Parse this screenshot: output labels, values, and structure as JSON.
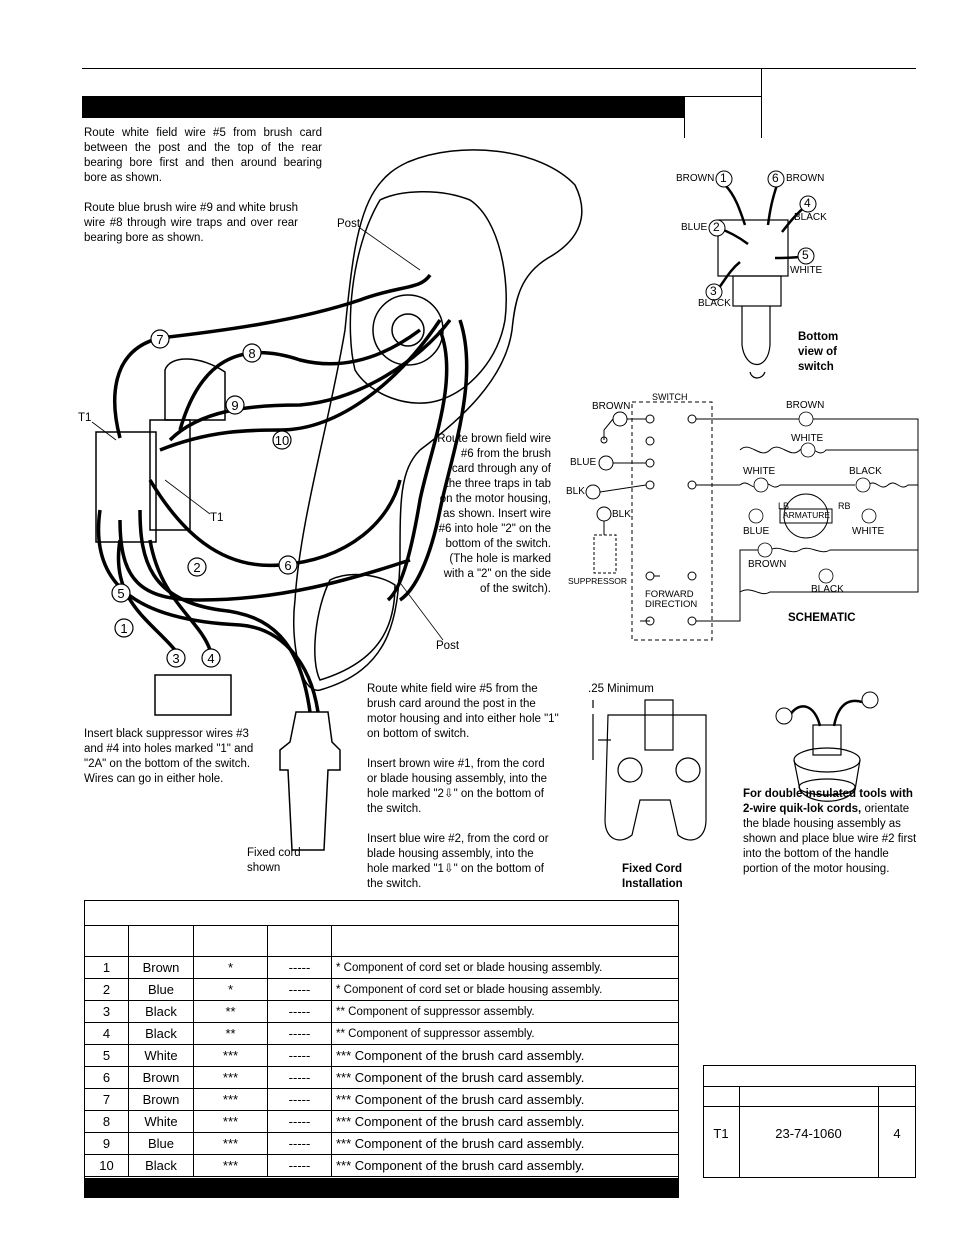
{
  "instructions": {
    "route_wire5_top": "Route white field wire #5 from brush card between the post and the top of the rear bearing bore first and then around bearing bore as shown.",
    "route_wire9_8": "Route blue brush wire #9 and white brush wire #8 through wire traps and over rear bearing bore as shown.",
    "route_wire6": "Route brown field wire #6 from the brush card through any of the three traps in tab on the motor housing, as shown. Insert wire #6 into hole \"2\" on the bottom of the switch. (The hole is marked with a \"2\" on the side of the switch).",
    "suppressor": "Insert black suppressor wires #3 and #4 into holes marked \"1\" and \"2A\" on the bottom of the switch. Wires can go in either hole.",
    "route_wire5_bottom": "Route white field wire #5 from the brush card around the post in the motor housing and into either hole \"1\" on bottom of switch.",
    "brown_wire1": "Insert brown wire #1, from the cord or blade housing assembly, into the hole marked \"2⇩\" on the bottom of the switch.",
    "blue_wire2": "Insert blue wire #2, from the cord or blade housing assembly, into the hole marked \"1⇩\" on the bottom of the switch.",
    "double_insulated_bold": "For double insulated tools with 2-wire quik-lok cords,",
    "double_insulated_rest": "orientate the blade housing assembly as shown and place blue wire #2 first into the bottom of the handle portion of the motor housing."
  },
  "labels": {
    "post_top": "Post",
    "post_bottom": "Post",
    "t1_a": "T1",
    "t1_b": "T1",
    "fixed_cord_shown_1": "Fixed cord",
    "fixed_cord_shown_2": "shown",
    "bottom_view_1": "Bottom",
    "bottom_view_2": "view of",
    "bottom_view_3": "switch",
    "schematic": "SCHEMATIC",
    "minimum": ".25 Minimum",
    "fixed_cord_install_1": "Fixed Cord",
    "fixed_cord_install_2": "Installation",
    "switch": "SWITCH",
    "forward_1": "FORWARD",
    "forward_2": "DIRECTION",
    "suppressor_lbl": "SUPPRESSOR",
    "armature": "ARMATURE",
    "lb": "LB",
    "rb": "RB"
  },
  "wire_table": {
    "rows": [
      {
        "num": "1",
        "color": "Brown",
        "mark": "*",
        "dash": "-----",
        "note": "* Component of cord set or blade housing assembly."
      },
      {
        "num": "2",
        "color": "Blue",
        "mark": "*",
        "dash": "-----",
        "note": "* Component of cord set or blade housing assembly."
      },
      {
        "num": "3",
        "color": "Black",
        "mark": "**",
        "dash": "-----",
        "note": "** Component of suppressor assembly."
      },
      {
        "num": "4",
        "color": "Black",
        "mark": "**",
        "dash": "-----",
        "note": "** Component of suppressor assembly."
      },
      {
        "num": "5",
        "color": "White",
        "mark": "***",
        "dash": "-----",
        "note": "*** Component of the brush card assembly."
      },
      {
        "num": "6",
        "color": "Brown",
        "mark": "***",
        "dash": "-----",
        "note": "*** Component of the brush card assembly."
      },
      {
        "num": "7",
        "color": "Brown",
        "mark": "***",
        "dash": "-----",
        "note": "*** Component of the brush card assembly."
      },
      {
        "num": "8",
        "color": "White",
        "mark": "***",
        "dash": "-----",
        "note": "*** Component of the brush card assembly."
      },
      {
        "num": "9",
        "color": "Blue",
        "mark": "***",
        "dash": "-----",
        "note": "*** Component of the brush card assembly."
      },
      {
        "num": "10",
        "color": "Black",
        "mark": "***",
        "dash": "-----",
        "note": "*** Component of the brush card assembly."
      }
    ]
  },
  "terminal_table": {
    "ref": "T1",
    "part": "23-74-1060",
    "qty": "4"
  },
  "switch_bottom_labels": {
    "brown1": "BROWN",
    "n1": "1",
    "brown6": "BROWN",
    "n6": "6",
    "black4": "BLACK",
    "n4": "4",
    "blue2": "BLUE",
    "n2": "2",
    "white5": "WHITE",
    "n5": "5",
    "black3": "BLACK",
    "n3": "3"
  },
  "schematic_labels": {
    "brown_top_left": "BROWN",
    "brown_top_right": "BROWN",
    "white_8": "WHITE",
    "white_5": "WHITE",
    "black_10": "BLACK",
    "blue_9": "BLUE",
    "white_8b": "WHITE",
    "brown_7": "BROWN",
    "black_10b": "BLACK",
    "blue_left": "BLUE",
    "blk_3": "BLK",
    "blk_4": "BLK"
  }
}
